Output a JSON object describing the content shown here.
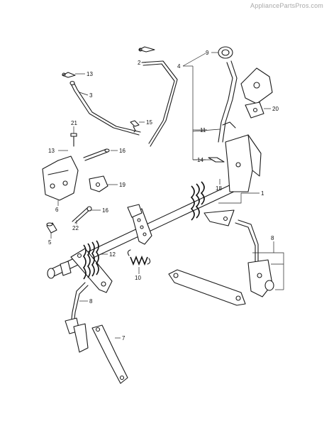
{
  "watermark": "AppliancePartsPros.com",
  "callouts": {
    "c1": "1",
    "c2": "2",
    "c3": "3",
    "c4": "4",
    "c5": "5",
    "c6": "6",
    "c7": "7",
    "c8a": "8",
    "c8b": "8",
    "c9": "9",
    "c10": "10",
    "c11": "11",
    "c12": "12",
    "c13a": "13",
    "c13b": "13",
    "c14": "14",
    "c15": "15",
    "c16a": "16",
    "c16b": "16",
    "c18": "18",
    "c19": "19",
    "c20": "20",
    "c21": "21",
    "c22": "22"
  }
}
